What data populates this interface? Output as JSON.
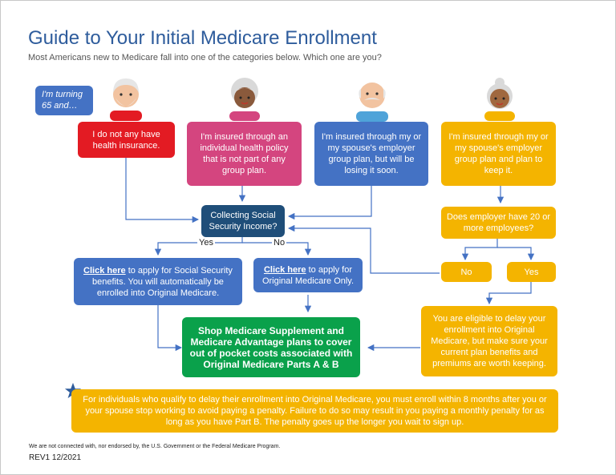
{
  "header": {
    "title": "Guide to Your Initial Medicare Enrollment",
    "subtitle": "Most Americans new to Medicare fall into one of the categories below. Which one are you?"
  },
  "intro_bubble": "I'm turning 65 and…",
  "personas": [
    {
      "text": "I do not any have health insurance.",
      "color": "#e31b23",
      "icon": "elderly-man-avatar-icon"
    },
    {
      "text": "I'm insured through an individual health policy that is not part of any group plan.",
      "color": "#d4457f",
      "icon": "elderly-woman-avatar-icon"
    },
    {
      "text": "I'm insured through my or my spouse's employer group plan, but will be losing it soon.",
      "color": "#4472c4",
      "icon": "bald-elderly-man-avatar-icon"
    },
    {
      "text": "I'm insured through my or my spouse's employer group plan and plan to keep it.",
      "color": "#f4b400",
      "icon": "elderly-woman-bun-avatar-icon"
    }
  ],
  "decision_ssi": "Collecting Social Security Income?",
  "yes_label": "Yes",
  "no_label": "No",
  "decision_employer": "Does employer have 20 or more employees?",
  "employer_no": "No",
  "employer_yes": "Yes",
  "ss_apply": {
    "link": "Click here",
    "text": " to apply for Social Security benefits. You will automatically be enrolled into Original Medicare."
  },
  "om_apply": {
    "link": "Click here",
    "text": " to apply for Original Medicare Only."
  },
  "shop": "Shop Medicare Supplement and Medicare Advantage plans to cover out of pocket costs associated with Original Medicare Parts A & B",
  "eligible_delay": "You are eligible to delay your enrollment into Original Medicare, but make sure your current plan benefits and premiums are worth keeping.",
  "note": "For individuals who qualify to delay their enrollment into Original Medicare, you must enroll within 8 months after you or your spouse stop working to avoid paying a penalty. Failure to do so may result in you paying a monthly penalty for as long as you have Part B. The penalty goes up the longer you wait to sign up.",
  "disclaimer": "We are not connected with, nor endorsed by, the U.S. Government or the Federal Medicare Program.",
  "revision": "REV1 12/2021",
  "colors": {
    "title": "#2e5c9c",
    "arrow": "#4472c4",
    "red": "#e31b23",
    "pink": "#d4457f",
    "blue": "#4472c4",
    "navy": "#1f4e79",
    "yellow": "#f4b400",
    "green": "#0aa14b"
  }
}
